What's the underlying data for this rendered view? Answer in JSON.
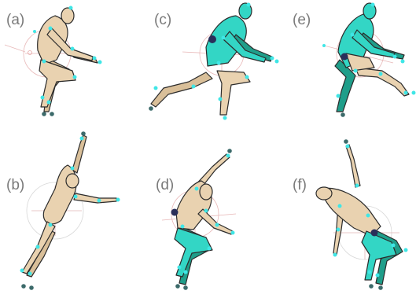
{
  "panels": [
    {
      "id": "a",
      "label": "(a)"
    },
    {
      "id": "b",
      "label": "(b)"
    },
    {
      "id": "c",
      "label": "(c)"
    },
    {
      "id": "d",
      "label": "(d)"
    },
    {
      "id": "e",
      "label": "(e)"
    },
    {
      "id": "f",
      "label": "(f)"
    }
  ],
  "colors": {
    "skin": "#e9d2b0",
    "skin_shadow": "#d6b996",
    "outline": "#2b2b2b",
    "teal": "#33d6c5",
    "teal_dark": "#1f9e8a",
    "joint": "#3fe6e6",
    "guide": "#e0a8a8",
    "com": "#2a2f5a"
  }
}
